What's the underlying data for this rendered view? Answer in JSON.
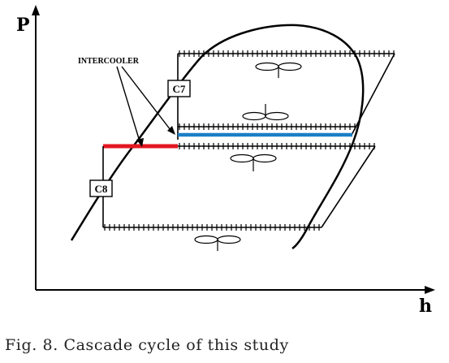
{
  "axes": {
    "y_label": "P",
    "x_label": "h"
  },
  "labels": {
    "intercooler": "INTERCOOLER",
    "c7": "C7",
    "c8": "C8"
  },
  "caption": "Fig. 8. Cascade cycle of this study",
  "colors": {
    "intercooler_high": "#e3171f",
    "intercooler_low": "#1a7fc6",
    "line": "#000000"
  },
  "icons": [
    "fan-icon",
    "fan-icon",
    "fan-icon",
    "fan-icon"
  ]
}
